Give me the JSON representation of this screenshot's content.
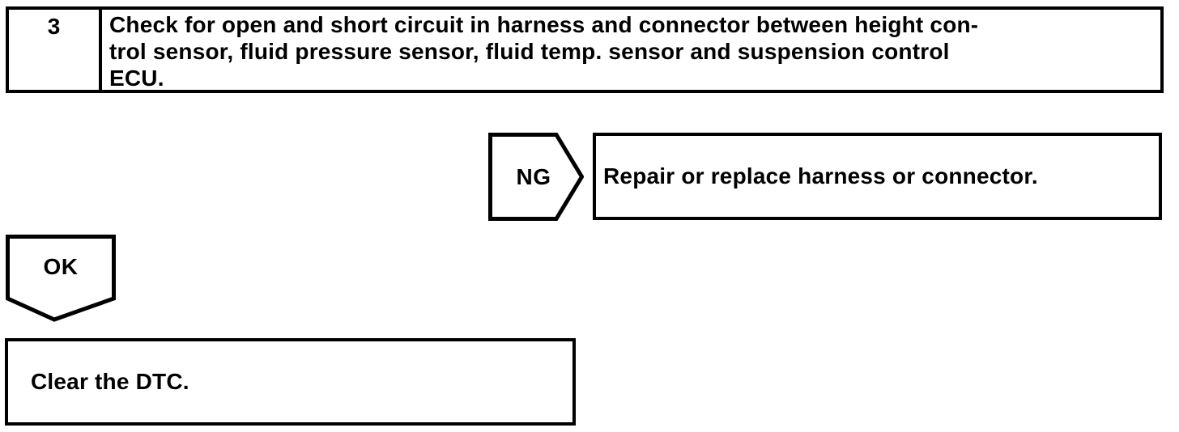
{
  "colors": {
    "ink": "#000000",
    "paper": "#ffffff"
  },
  "flowchart": {
    "step": {
      "number": "3",
      "instruction_lines": [
        "Check for open and short circuit in harness and connector between height con-",
        "trol sensor, fluid pressure sensor, fluid temp. sensor and suspension control",
        "ECU."
      ]
    },
    "ng_branch": {
      "label": "NG",
      "action": "Repair or replace harness or connector."
    },
    "ok_branch": {
      "label": "OK",
      "action": "Clear the DTC."
    }
  }
}
